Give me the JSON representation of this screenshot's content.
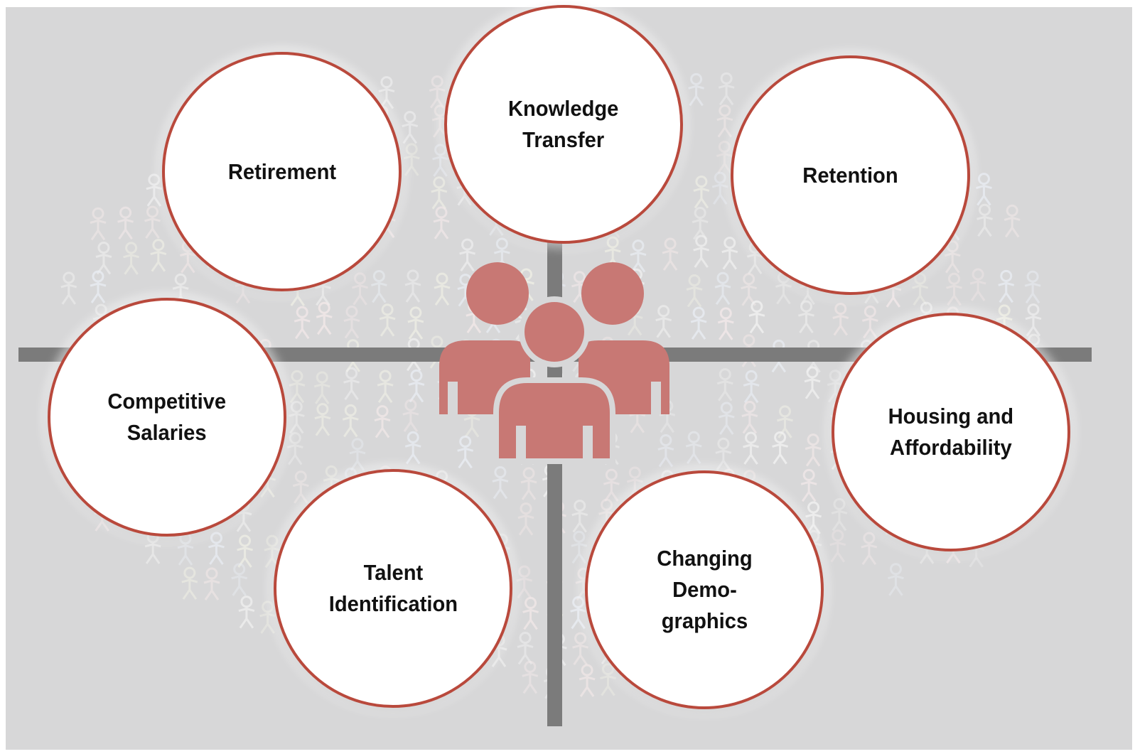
{
  "colors": {
    "background": "#d7d7d8",
    "axis": "#7b7b7b",
    "bubble_border": "#b9493c",
    "bubble_fill": "#ffffff",
    "people_icon": "#c87874"
  },
  "center_icon": "group-of-people-icon",
  "bubbles": {
    "retirement": "Retirement",
    "knowledge_transfer": "Knowledge\nTransfer",
    "retention": "Retention",
    "competitive_salaries": "Competitive\nSalaries",
    "housing_affordability": "Housing and\nAffordability",
    "talent_identification": "Talent\nIdentification",
    "changing_demographics": "Changing\nDemo-\ngraphics"
  }
}
